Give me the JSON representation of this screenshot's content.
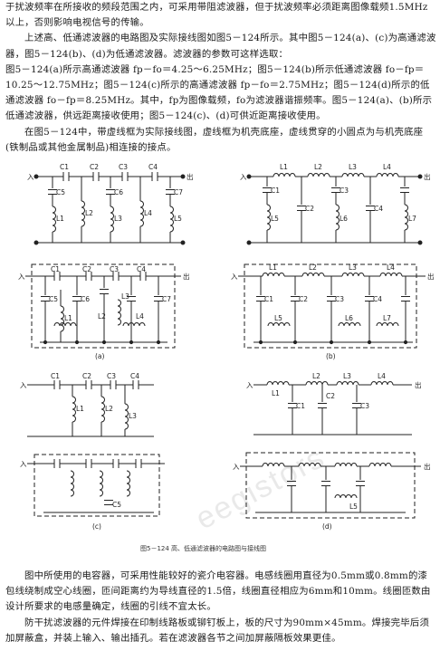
{
  "paragraphs_top": [
    "于扰波频率在所接收的频段范围之内，可采用带阻滤波器，但于扰波频率必须距离图像载频1.5MHz以上，否则影响电视信号的传输。",
    "上述高、低通滤波器的电路图及实际接线图如图5－124所示。其中图5－124(a)、(c)为高通滤波器，图5－124(b)、(d)为低通滤波器。滤波器的参数可这样选取：",
    "图5－124(a)所示高通滤波器 fp－fo＝4.25～6.25MHz；图5－124(b)所示低通滤波器 fo－fp＝10.25～12.75MHz；图5－124(c)所示的高通滤波器 fp－fo＝2.75MHz；图5－124(d)所示的低通滤波器 fo－fp＝8.25MHz。其中，fp为图像载频，fo为滤波器谐振频率。图5－124(a)、(b)所示低通滤波器，供远距离接收使用；图5－124(c)、(d)可供近距离接收使用。",
    "在图5－124中，带虚线框为实际接线图，虚线框为机壳底座，虚线贯穿的小圆点为与机壳底座(铁制品或其他金属制品)相连接的接点。"
  ],
  "figure": {
    "terminal_in": "入",
    "terminal_out": "出",
    "panel_labels": [
      "(a)",
      "(b)",
      "(c)",
      "(d)"
    ],
    "caption": "图5－124  高、低通滤波器的电路图与接线图",
    "a": {
      "caps": [
        "C1",
        "C2",
        "C3",
        "C4"
      ],
      "shunt_caps": [
        "C5",
        "C6",
        "C7"
      ],
      "coils": [
        "L1",
        "L2",
        "L3",
        "L4",
        "L5"
      ],
      "wiring_caps": [
        "C1",
        "C2",
        "C3",
        "C4",
        "C5",
        "C6",
        "C7"
      ],
      "wiring_coils": [
        "L1",
        "L2",
        "L3",
        "L4"
      ]
    },
    "b": {
      "coils": [
        "L1",
        "L2",
        "L3",
        "L4"
      ],
      "caps": [
        "C1",
        "C2",
        "C3",
        "C4"
      ],
      "shunt_coils": [
        "L5",
        "L6",
        "L7"
      ],
      "wiring_coils": [
        "L1",
        "L2",
        "L3",
        "L4",
        "L5",
        "L6",
        "L7"
      ],
      "wiring_caps": [
        "C1",
        "C2",
        "C3",
        "C4"
      ]
    },
    "c": {
      "caps": [
        "C1",
        "C2",
        "C3",
        "C4"
      ],
      "coils": [
        "L1",
        "L2",
        "L3"
      ],
      "shunt_cap": "C5"
    },
    "d": {
      "coils": [
        "L1",
        "L2",
        "L3",
        "L4"
      ],
      "caps": [
        "C1",
        "C2",
        "C3"
      ],
      "shunt_coil": "L5"
    }
  },
  "paragraphs_bottom": [
    "图中所使用的电容器，可采用性能较好的瓷介电容器。电感线圈用直径为0.5mm或0.8mm的漆包线绕制成空心线圈，匝间距离约为导线直径的1.5倍，线圈直径相应为6mm和10mm。线圈匝数由设计所要求的电感量确定，线圈的引线不宜太长。",
    "防干扰滤波器的元件焊接在印制线路板或铆钉板上，板的尺寸为90mm×45mm。焊接完毕后须加屏蔽盒，并装上输入、输出插孔。若在滤波器各节之间加屏蔽隔板效果更佳。"
  ],
  "watermark": "eegistors"
}
